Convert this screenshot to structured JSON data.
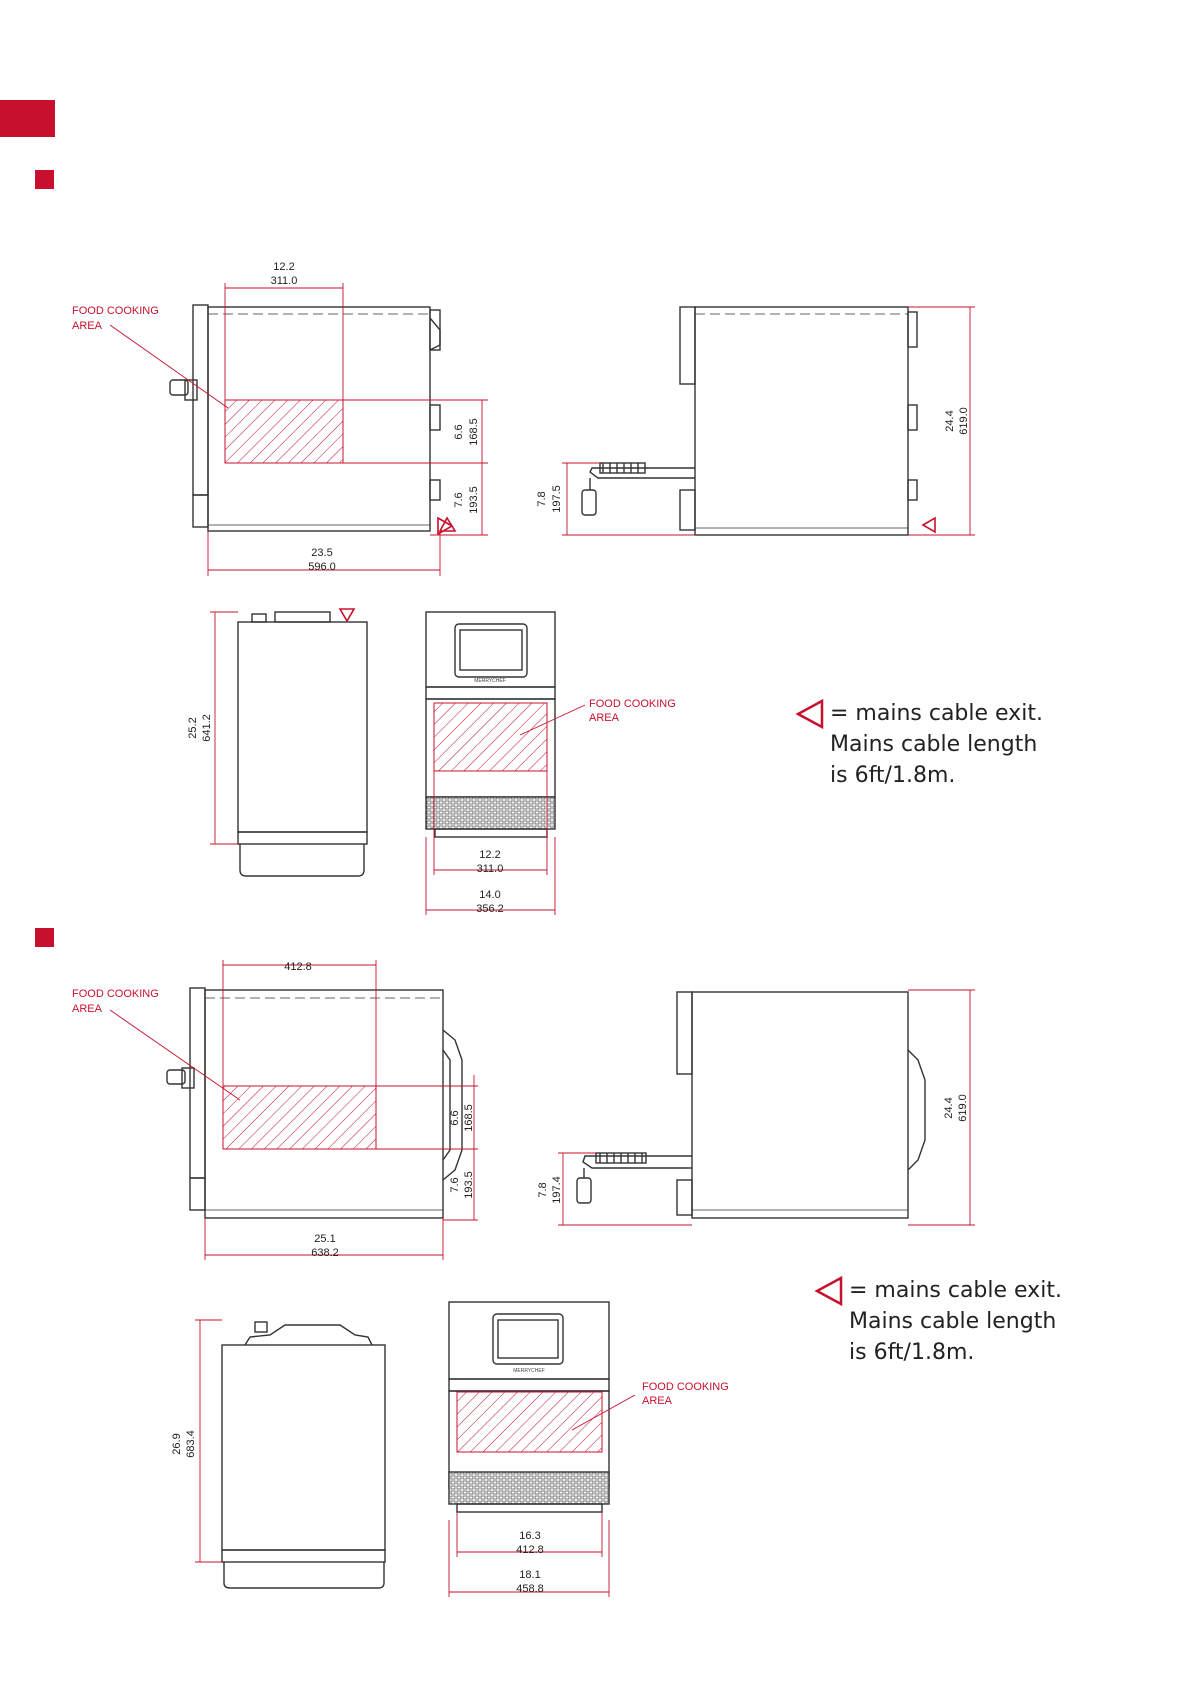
{
  "colors": {
    "accent": "#c8102e",
    "line": "#333333",
    "dim": "#c8102e"
  },
  "models": [
    {
      "side_left": {
        "top_width_in": "12.2",
        "top_width_mm": "311.0",
        "cook_height_in": "6.6",
        "cook_height_mm": "168.5",
        "base_height_in": "7.6",
        "base_height_mm": "193.5",
        "depth_in": "23.5",
        "depth_mm": "596.0",
        "food_label_1": "FOOD COOKING",
        "food_label_2": "AREA"
      },
      "side_right": {
        "handle_height_in": "7.8",
        "handle_height_mm": "197.5",
        "height_in": "24.4",
        "height_mm": "619.0"
      },
      "top_view": {
        "depth_in": "25.2",
        "depth_mm": "641.2"
      },
      "front_view": {
        "cook_width_in": "12.2",
        "cook_width_mm": "311.0",
        "width_in": "14.0",
        "width_mm": "356.2",
        "brand": "MERRYCHEF",
        "food_label_1": "FOOD COOKING",
        "food_label_2": "AREA"
      }
    },
    {
      "side_left": {
        "top_width_mm": "412.8",
        "cook_height_in": "6.6",
        "cook_height_mm": "168.5",
        "base_height_in": "7.6",
        "base_height_mm": "193.5",
        "depth_in": "25.1",
        "depth_mm": "638.2",
        "food_label_1": "FOOD COOKING",
        "food_label_2": "AREA"
      },
      "side_right": {
        "handle_height_in": "7.8",
        "handle_height_mm": "197.4",
        "height_in": "24.4",
        "height_mm": "619.0"
      },
      "top_view": {
        "depth_in": "26.9",
        "depth_mm": "683.4"
      },
      "front_view": {
        "cook_width_in": "16.3",
        "cook_width_mm": "412.8",
        "width_in": "18.1",
        "width_mm": "458.8",
        "brand": "MERRYCHEF",
        "food_label_1": "FOOD COOKING",
        "food_label_2": "AREA"
      }
    }
  ],
  "notes": [
    {
      "line1": "= mains cable exit.",
      "line2": "Mains cable length",
      "line3": "is 6ft/1.8m."
    },
    {
      "line1": "= mains cable exit.",
      "line2": "Mains cable length",
      "line3": "is 6ft/1.8m."
    }
  ]
}
